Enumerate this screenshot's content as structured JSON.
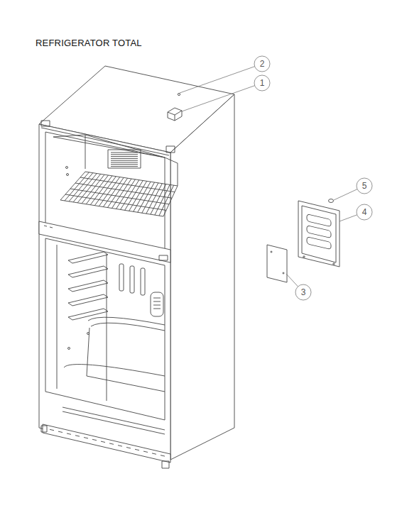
{
  "diagram": {
    "title": "REFRIGERATOR TOTAL",
    "labels": [
      "2",
      "1",
      "5",
      "4",
      "3"
    ]
  }
}
